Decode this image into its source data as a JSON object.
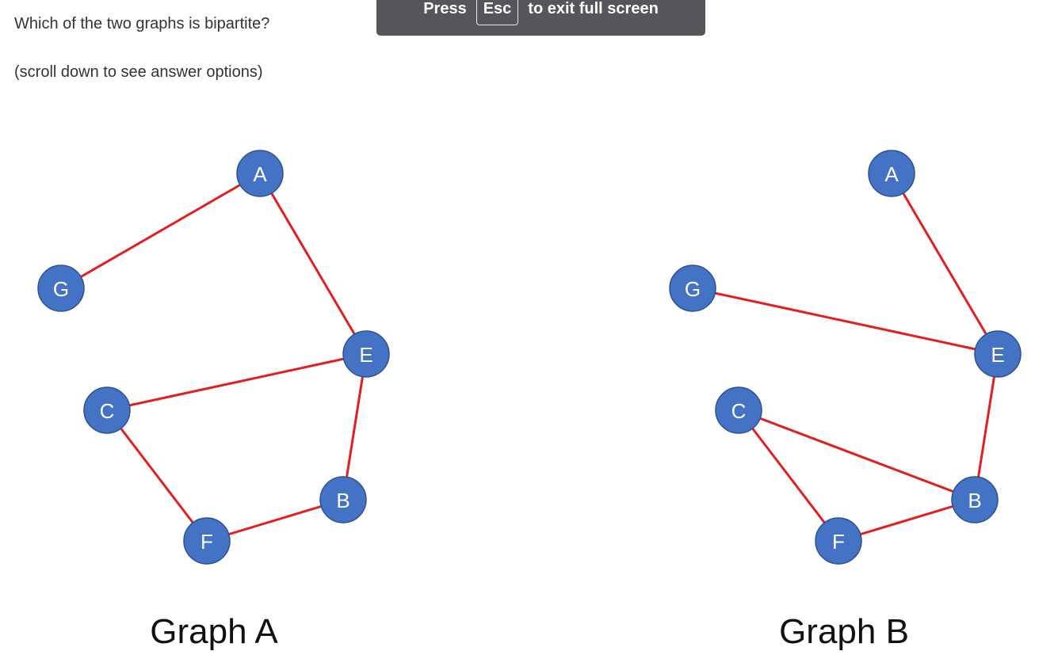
{
  "question": "Which of the two graphs is bipartite?",
  "hint": "(scroll down to see answer options)",
  "fullscreen_banner": {
    "press": "Press",
    "key": "Esc",
    "suffix": "to exit full screen"
  },
  "colors": {
    "node_fill": "#4472c4",
    "node_stroke": "#2f528f",
    "edge": "#e31e1e",
    "banner_bg": "#545659"
  },
  "graphs": [
    {
      "title": "Graph A",
      "nodes": [
        "A",
        "G",
        "E",
        "C",
        "B",
        "F"
      ],
      "edges": [
        [
          "A",
          "G"
        ],
        [
          "A",
          "E"
        ],
        [
          "E",
          "C"
        ],
        [
          "E",
          "B"
        ],
        [
          "C",
          "F"
        ],
        [
          "F",
          "B"
        ]
      ]
    },
    {
      "title": "Graph B",
      "nodes": [
        "A",
        "G",
        "E",
        "C",
        "B",
        "F"
      ],
      "edges": [
        [
          "A",
          "E"
        ],
        [
          "G",
          "E"
        ],
        [
          "E",
          "B"
        ],
        [
          "C",
          "B"
        ],
        [
          "C",
          "F"
        ],
        [
          "F",
          "B"
        ]
      ]
    }
  ]
}
